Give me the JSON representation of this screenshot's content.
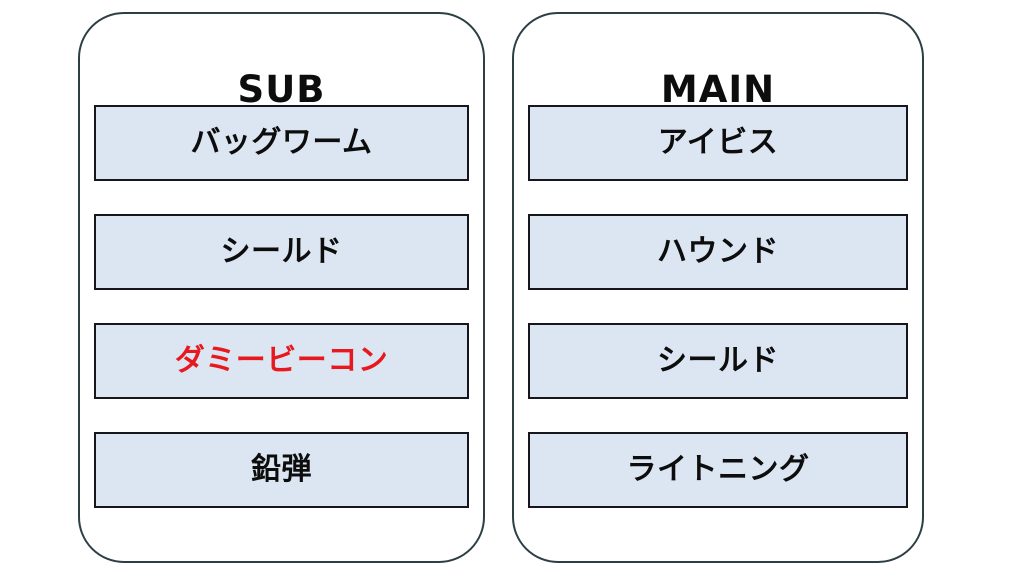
{
  "colors": {
    "background": "#ffffff",
    "card_border": "#2d3e44",
    "item_fill": "#dce6f2",
    "item_border": "#16161c",
    "text": "#0d0d0d",
    "highlight": "#e8191e"
  },
  "columns": [
    {
      "id": "sub",
      "title": "SUB",
      "items": [
        {
          "label": "バッグワーム",
          "highlighted": false
        },
        {
          "label": "シールド",
          "highlighted": false
        },
        {
          "label": "ダミービーコン",
          "highlighted": true
        },
        {
          "label": "鉛弾",
          "highlighted": false
        }
      ]
    },
    {
      "id": "main",
      "title": "MAIN",
      "items": [
        {
          "label": "アイビス",
          "highlighted": false
        },
        {
          "label": "ハウンド",
          "highlighted": false
        },
        {
          "label": "シールド",
          "highlighted": false
        },
        {
          "label": "ライトニング",
          "highlighted": false
        }
      ]
    }
  ]
}
